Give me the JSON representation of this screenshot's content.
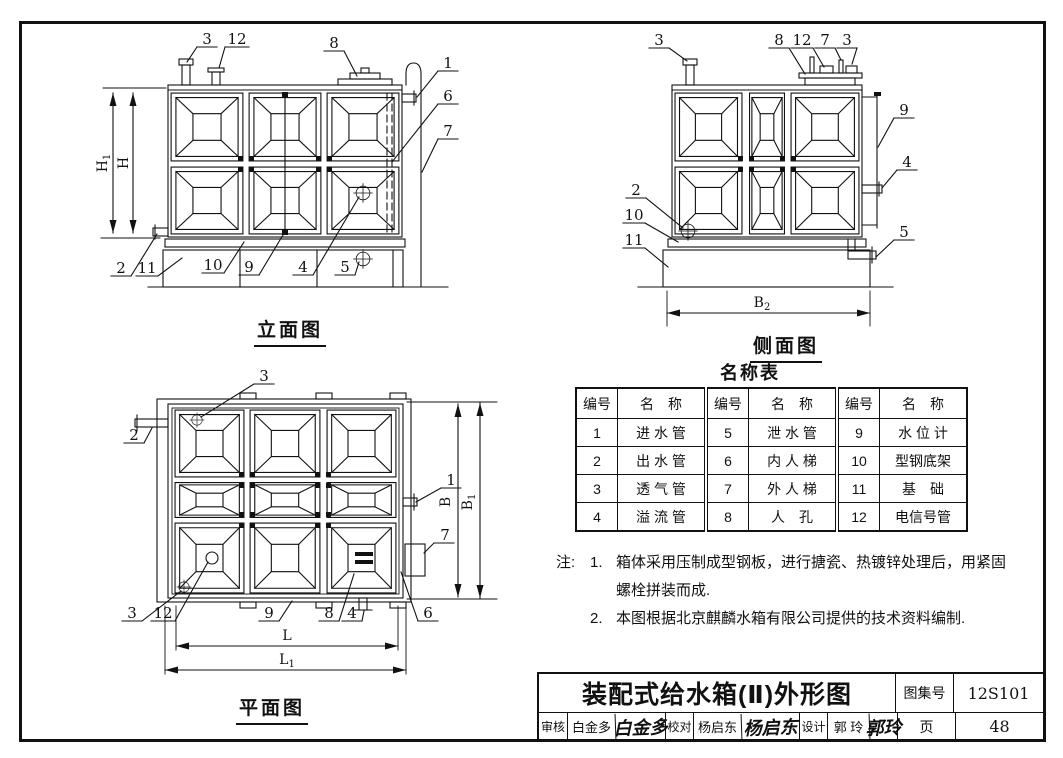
{
  "captions": {
    "elevation": "立面图",
    "side": "侧面图",
    "plan": "平面图"
  },
  "callouts": {
    "inlet_pipe": "1",
    "outlet_pipe": "2",
    "vent_pipe": "3",
    "overflow_pipe": "4",
    "drain_pipe": "5",
    "inner_ladder": "6",
    "outer_ladder": "7",
    "manhole": "8",
    "water_gauge": "9",
    "steel_base": "10",
    "foundation": "11",
    "signal_pipe": "12"
  },
  "dims": {
    "h": {
      "b": "H",
      "s": ""
    },
    "h1": {
      "b": "H",
      "s": "1"
    },
    "b": {
      "b": "B",
      "s": ""
    },
    "b1": {
      "b": "B",
      "s": "1"
    },
    "b2": {
      "b": "B",
      "s": "2"
    },
    "l": {
      "b": "L",
      "s": ""
    },
    "l1": {
      "b": "L",
      "s": "1"
    }
  },
  "nametable": {
    "title": "名称表",
    "headers": [
      "编号",
      "名　称",
      "编号",
      "名　称",
      "编号",
      "名　称"
    ],
    "rows": [
      [
        "1",
        "进 水 管",
        "5",
        "泄 水 管",
        "9",
        "水 位 计"
      ],
      [
        "2",
        "出 水 管",
        "6",
        "内 人 梯",
        "10",
        "型钢底架"
      ],
      [
        "3",
        "透 气 管",
        "7",
        "外 人 梯",
        "11",
        "基　础"
      ],
      [
        "4",
        "溢 流 管",
        "8",
        "人　孔",
        "12",
        "电信号管"
      ]
    ]
  },
  "notes": {
    "prefix": "注:",
    "n1_num": "1.",
    "n1_line1": "箱体采用压制成型钢板，进行搪瓷、热镀锌处理后，用紧固",
    "n1_line2": "螺栓拼装而成.",
    "n2_num": "2.",
    "n2_line": "本图根据北京麒麟水箱有限公司提供的技术资料编制."
  },
  "titleblock": {
    "title": "装配式给水箱(Ⅱ)外形图",
    "atlas_label": "图集号",
    "atlas_no": "12S101",
    "page_label": "页",
    "page_no": "48",
    "review_label": "审核",
    "reviewer": "白金多",
    "reviewer_sig": "白金多",
    "check_label": "校对",
    "checker": "杨启东",
    "checker_sig": "杨启东",
    "design_label": "设计",
    "designer": "郭 玲",
    "designer_sig": "郭玲"
  }
}
